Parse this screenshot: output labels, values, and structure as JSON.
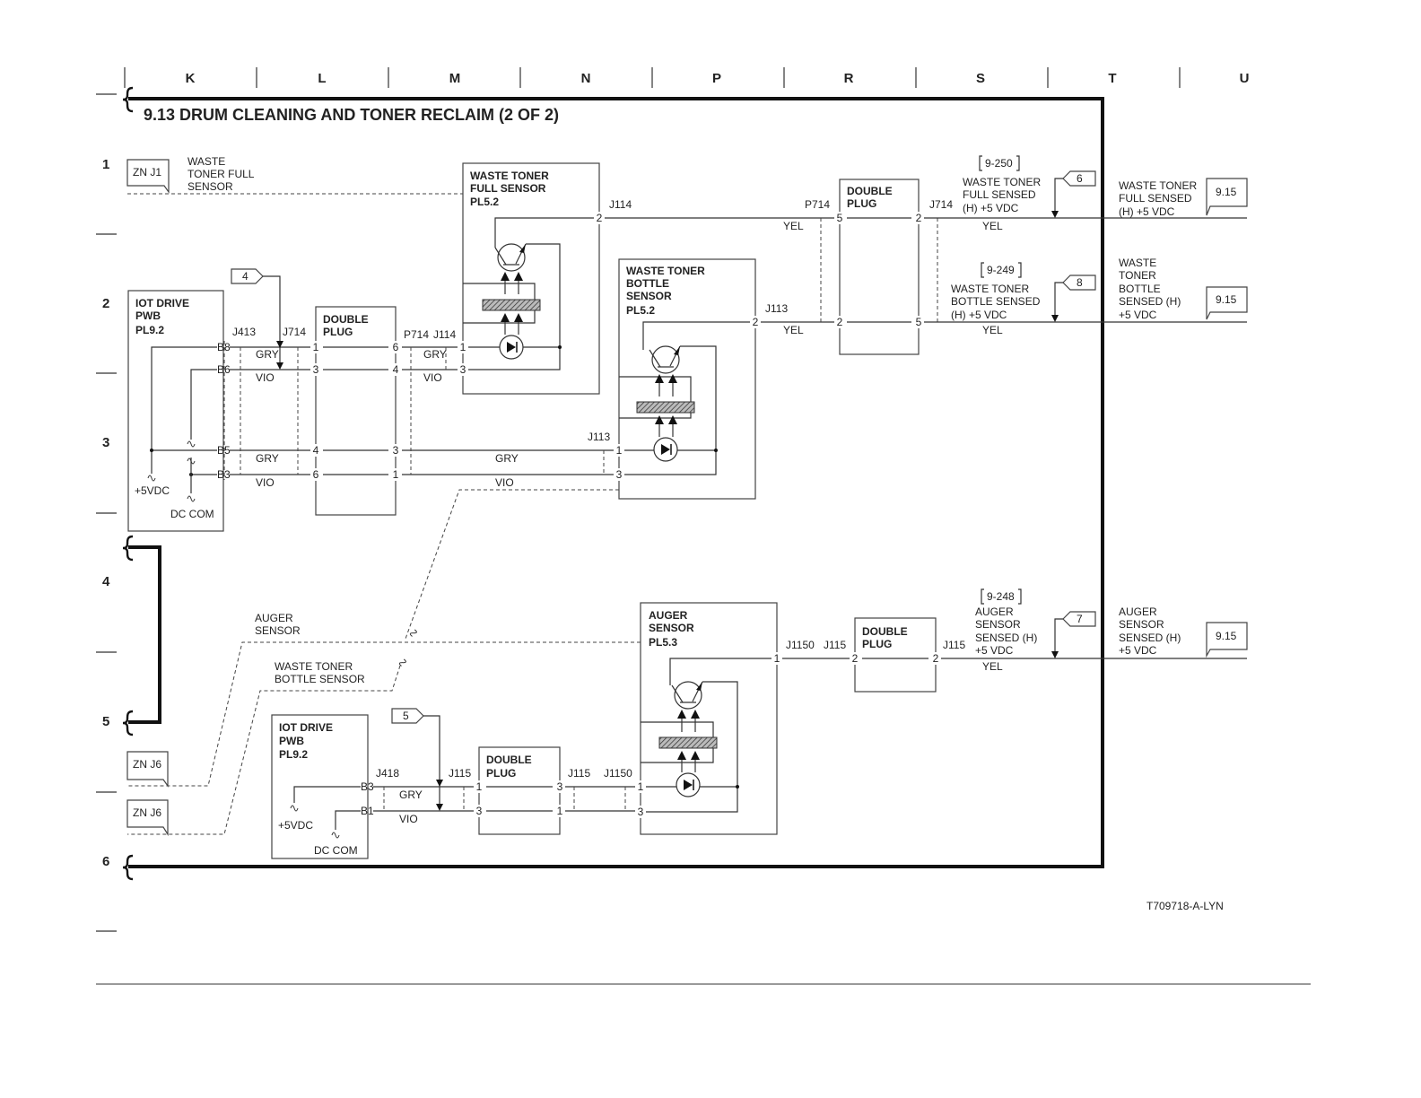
{
  "columns": [
    "K",
    "L",
    "M",
    "N",
    "P",
    "R",
    "S",
    "T",
    "U"
  ],
  "rows": [
    "1",
    "2",
    "3",
    "4",
    "5",
    "6"
  ],
  "title": "9.13 DRUM CLEANING AND TONER RECLAIM (2 OF 2)",
  "doc_id": "T709718-A-LYN",
  "zones": {
    "zn_j1": "ZN J1",
    "zn_j6_a": "ZN J6",
    "zn_j6_b": "ZN J6"
  },
  "harness_labels": {
    "waste_toner_full_sensor": [
      "WASTE",
      "TONER FULL",
      "SENSOR"
    ],
    "auger_sensor": [
      "AUGER",
      "SENSOR"
    ],
    "waste_toner_bottle_sensor": [
      "WASTE TONER",
      "BOTTLE SENSOR"
    ]
  },
  "components": {
    "iot_drive_1": {
      "name": [
        "IOT DRIVE",
        "PWB",
        "PL9.2"
      ],
      "pins": [
        "B8",
        "B6",
        "B5",
        "B3"
      ],
      "supply": "+5VDC",
      "ground": "DC COM"
    },
    "iot_drive_2": {
      "name": [
        "IOT DRIVE",
        "PWB",
        "PL9.2"
      ],
      "pins": [
        "B3",
        "B1"
      ],
      "supply": "+5VDC",
      "ground": "DC COM"
    },
    "waste_toner_full_sensor": {
      "name": [
        "WASTE TONER",
        "FULL SENSOR",
        "PL5.2"
      ],
      "pins": [
        "2",
        "1",
        "3"
      ]
    },
    "waste_toner_bottle_sensor": {
      "name": [
        "WASTE TONER",
        "BOTTLE",
        "SENSOR",
        "PL5.2"
      ],
      "pins": [
        "2",
        "1",
        "3"
      ]
    },
    "auger_sensor": {
      "name": [
        "AUGER",
        "SENSOR",
        "PL5.3"
      ],
      "pins": [
        "1",
        "1",
        "3"
      ]
    },
    "double_plug_1": {
      "name": [
        "DOUBLE",
        "PLUG"
      ],
      "left_pins": [
        "1",
        "3",
        "4",
        "6"
      ],
      "right_pins": [
        "6",
        "4",
        "3",
        "1"
      ]
    },
    "double_plug_2": {
      "name": [
        "DOUBLE",
        "PLUG"
      ],
      "left_pins": [
        "5",
        "2"
      ],
      "right_pins": [
        "2",
        "5"
      ]
    },
    "double_plug_3": {
      "name": [
        "DOUBLE",
        "PLUG"
      ],
      "left_pins": [
        "2"
      ],
      "right_pins": [
        "2"
      ]
    },
    "double_plug_4": {
      "name": [
        "DOUBLE",
        "PLUG"
      ],
      "left_pins": [
        "1",
        "3"
      ],
      "right_pins": [
        "3",
        "1"
      ]
    }
  },
  "connectors": {
    "j413": "J413",
    "j714_a": "J714",
    "p714_a": "P714",
    "j114_a": "J114",
    "j114_b": "J114",
    "j113_a": "J113",
    "j113_b": "J113",
    "p714_b": "P714",
    "j714_b": "J714",
    "j1150_a": "J1150",
    "j115_a": "J115",
    "j115_b": "J115",
    "j418": "J418",
    "j115_c": "J115",
    "j115_d": "J115",
    "j1150_b": "J1150"
  },
  "wire_colors": {
    "w1": "GRY",
    "w2": "VIO",
    "w3": "GRY",
    "w4": "VIO",
    "w5": "GRY",
    "w6": "VIO",
    "w7": "GRY",
    "w8": "VIO",
    "w9": "YEL",
    "w10": "YEL",
    "w11": "YEL",
    "w12": "YEL",
    "w13": "GRY",
    "w14": "VIO",
    "w15": "YEL"
  },
  "flags": {
    "f4": "4",
    "f5": "5",
    "f6": "6",
    "f7": "7",
    "f8": "8"
  },
  "signals": {
    "full": {
      "ref": "9-250",
      "label": [
        "WASTE TONER",
        "FULL SENSED",
        "(H) +5 VDC"
      ],
      "out_label": [
        "WASTE TONER",
        "FULL SENSED",
        "(H) +5 VDC"
      ],
      "dest": "9.15"
    },
    "bottle": {
      "ref": "9-249",
      "label": [
        "WASTE TONER",
        "BOTTLE SENSED",
        "(H) +5 VDC"
      ],
      "out_label": [
        "WASTE",
        "TONER",
        "BOTTLE",
        "SENSED (H)",
        "+5 VDC"
      ],
      "dest": "9.15"
    },
    "auger": {
      "ref": "9-248",
      "label": [
        "AUGER",
        "SENSOR",
        "SENSED (H)",
        "+5 VDC"
      ],
      "out_label": [
        "AUGER",
        "SENSOR",
        "SENSED (H)",
        "+5 VDC"
      ],
      "dest": "9.15"
    }
  }
}
